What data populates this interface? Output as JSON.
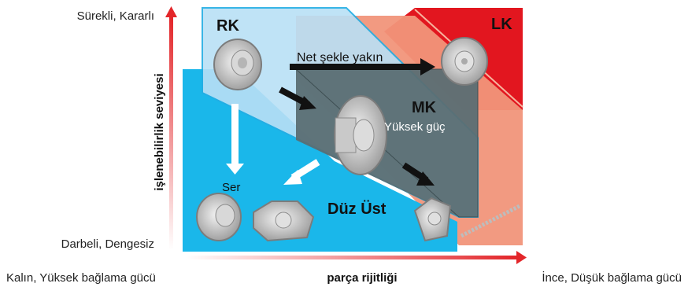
{
  "y_axis": {
    "title": "işlenebilirlik seviyesi",
    "top_label": "Sürekli, Kararlı",
    "bottom_label": "Darbeli, Dengesiz"
  },
  "x_axis": {
    "title": "parça rijitliği",
    "left_label": "Kalın, Yüksek bağlama gücü",
    "right_label": "İnce, Düşük bağlama gücü"
  },
  "regions": {
    "rk": "RK",
    "lk": "LK",
    "mk": "MK",
    "duz_ust": "Düz Üst"
  },
  "annotations": {
    "net_sekle": "Net şekle yakın",
    "yuksek_guc": "Yüksek güç",
    "ser": "Ser"
  },
  "colors": {
    "light_blue": "#b9e0f6",
    "blue": "#1ab7ea",
    "salmon": "#f1957a",
    "red": "#e2161f",
    "dark_gray": "#5a6e73",
    "arrow_red": "#e3262a"
  }
}
